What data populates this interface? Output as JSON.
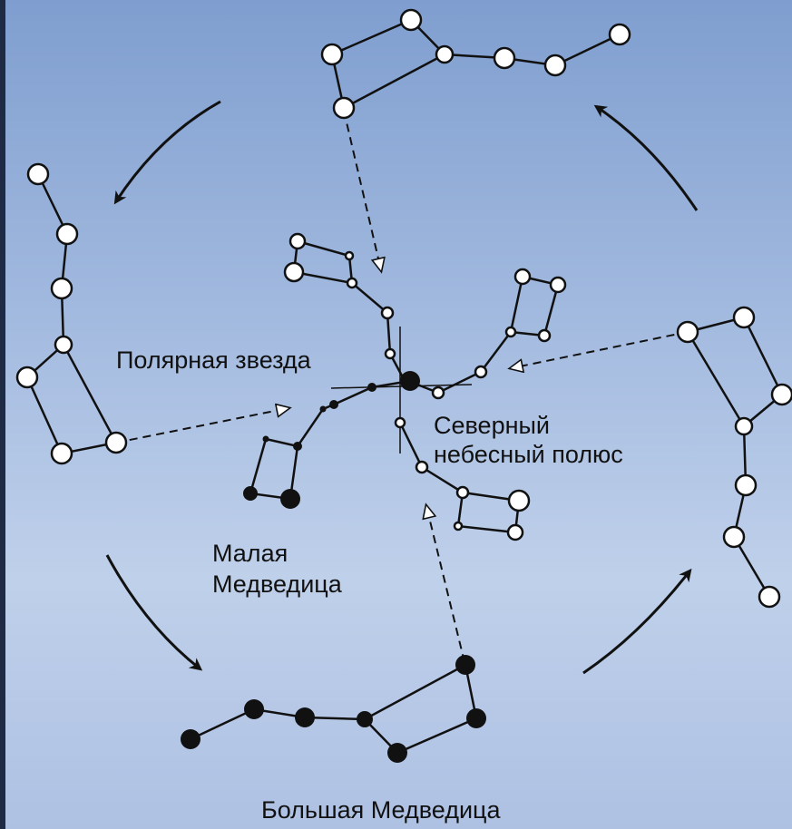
{
  "labels": {
    "polaris": "Полярная звезда",
    "pole_line1": "Северный",
    "pole_line2": "небесный полюс",
    "little_dipper_line1": "Малая",
    "little_dipper_line2": "Медведица",
    "big_dipper": "Большая Медведица"
  }
}
